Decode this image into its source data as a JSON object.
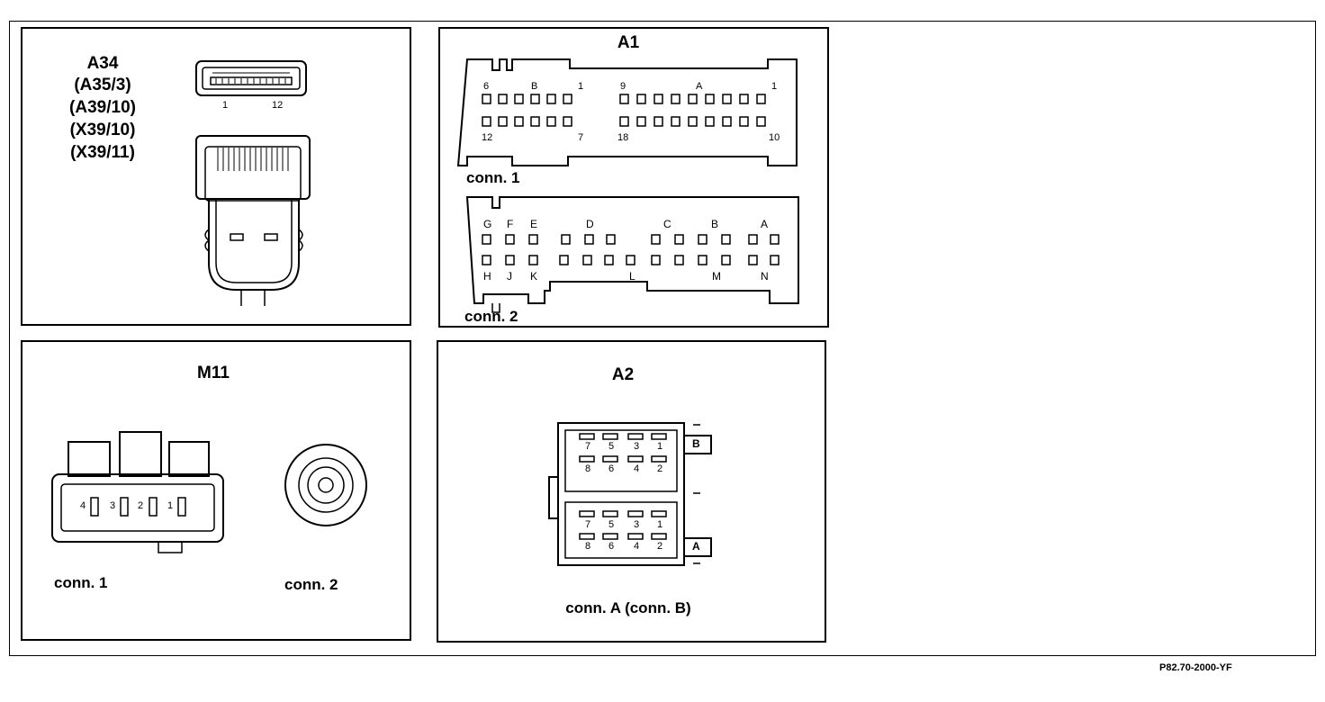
{
  "figure_ref": "P82.70-2000-YF",
  "panel_a34": {
    "labels": [
      "A34",
      "(A35/3)",
      "(A39/10)",
      "(X39/10)",
      "(X39/11)"
    ],
    "pin_first": "1",
    "pin_last": "12"
  },
  "panel_a1": {
    "title": "A1",
    "conn1_label": "conn. 1",
    "conn2_label": "conn. 2",
    "conn1_top_pins": [
      "6",
      "B",
      "1",
      "9",
      "A",
      "1"
    ],
    "conn1_bottom_pins": [
      "12",
      "7",
      "18",
      "10"
    ],
    "conn2_top_letters": [
      "G",
      "F",
      "E",
      "D",
      "C",
      "B",
      "A"
    ],
    "conn2_bottom_letters": [
      "H",
      "J",
      "K",
      "L",
      "M",
      "N"
    ]
  },
  "panel_m11": {
    "title": "M11",
    "conn1_label": "conn. 1",
    "conn2_label": "conn. 2",
    "pins": [
      "4",
      "3",
      "2",
      "1"
    ]
  },
  "panel_a2": {
    "title": "A2",
    "caption": "conn. A (conn. B)",
    "side_b": "B",
    "side_a": "A",
    "upper_top_pins": [
      "7",
      "5",
      "3",
      "1"
    ],
    "upper_bottom_pins": [
      "8",
      "6",
      "4",
      "2"
    ],
    "lower_top_pins": [
      "7",
      "5",
      "3",
      "1"
    ],
    "lower_bottom_pins": [
      "8",
      "6",
      "4",
      "2"
    ]
  }
}
